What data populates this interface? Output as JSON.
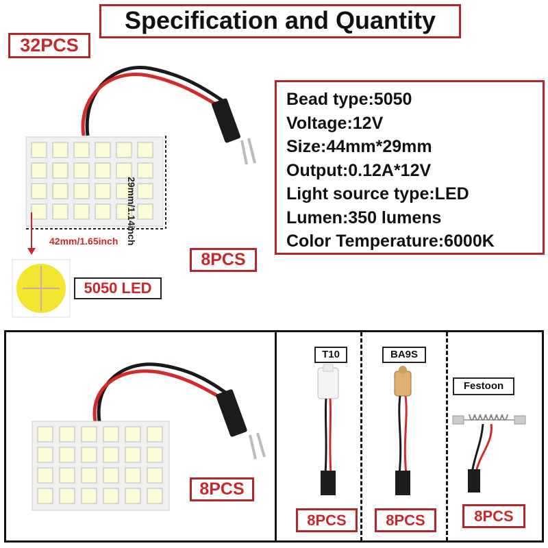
{
  "title": "Specification and Quantity",
  "top_quantity": "32PCS",
  "specs": [
    "Bead type:5050",
    "Voltage:12V",
    "Size:44mm*29mm",
    "Output:0.12A*12V",
    "Light source type:LED",
    "Lumen:350 lumens",
    "Color Temperature:6000K"
  ],
  "dimensions": {
    "height": "29mm/1.14inch",
    "width": "42mm/1.65inch"
  },
  "led_label": "5050 LED",
  "top_panel_quantity": "8PCS",
  "bottom": {
    "panel_quantity": "8PCS",
    "adapters": [
      {
        "label": "T10",
        "quantity": "8PCS"
      },
      {
        "label": "BA9S",
        "quantity": "8PCS"
      },
      {
        "label": "Festoon",
        "quantity": "8PCS"
      }
    ]
  },
  "colors": {
    "accent_red": "#c8282c",
    "border_red": "#b3262b",
    "frame": "#111111"
  }
}
